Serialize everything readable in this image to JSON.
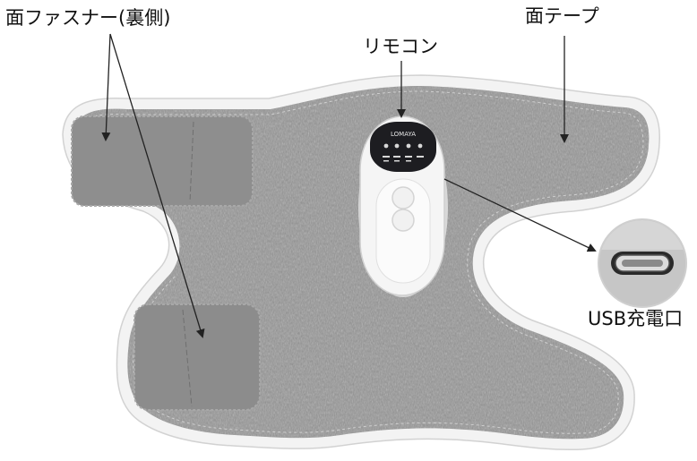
{
  "labels": {
    "fastener_back": "面ファスナー(裏側)",
    "surface_tape": "面テープ",
    "remote": "リモコン",
    "usb_port": "USB充電口"
  },
  "remote_brand": "LOMAYA",
  "colors": {
    "fabric": "#9a9a9a",
    "fabric_dark": "#7d7d7d",
    "border": "#f2f2f2",
    "fastener": "#8c8c8c",
    "remote_body": "#f4f4f4",
    "remote_screen": "#1e1e22",
    "arrow": "#222222"
  }
}
